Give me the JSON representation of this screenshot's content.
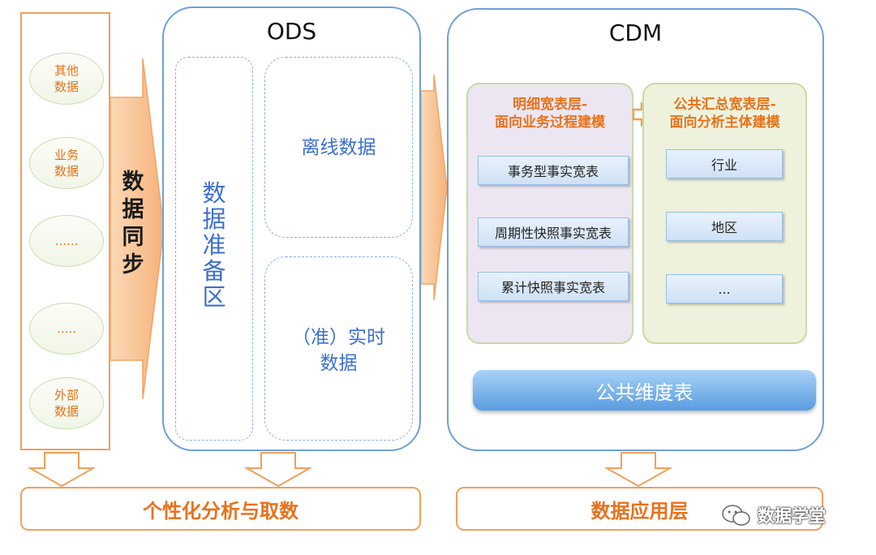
{
  "sources": {
    "items": [
      "其他\n数据",
      "业务\n数据",
      "......",
      ".....",
      "外部\n数据"
    ]
  },
  "sync_label": "数据同步",
  "ods": {
    "title": "ODS",
    "prep_zone": "数据准备区",
    "offline": "离线数据",
    "realtime_line1": "（准）实时",
    "realtime_line2": "数据"
  },
  "cdm": {
    "title": "CDM",
    "detail_layer": {
      "title_line1": "明细宽表层-",
      "title_line2": "面向业务过程建模",
      "tables": [
        "事务型事实宽表",
        "周期性快照事实宽表",
        "累计快照事实宽表"
      ]
    },
    "summary_layer": {
      "title_line1": "公共汇总宽表层-",
      "title_line2": "面向分析主体建模",
      "tables": [
        "行业",
        "地区",
        "..."
      ]
    },
    "dimension_table": "公共维度表"
  },
  "bottom": {
    "personal_analysis": "个性化分析与取数",
    "app_layer": "数据应用层"
  },
  "watermark": "数据学堂",
  "colors": {
    "orange": "#e8721c",
    "blue": "#3c6fd0",
    "border_blue": "#6fa0d8",
    "border_orange": "#f0a05a"
  }
}
